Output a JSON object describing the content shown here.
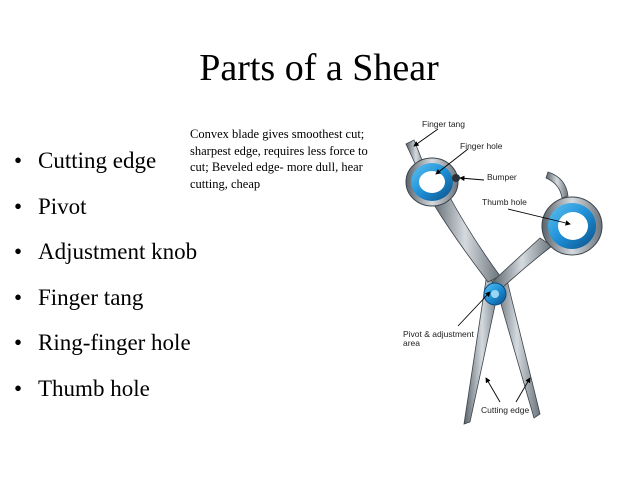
{
  "slide": {
    "title": "Parts of a Shear",
    "note": "Convex blade gives smoothest cut; sharpest edge, requires less force to cut; Beveled edge- more dull, hear cutting, cheap",
    "bullet_marker": "•",
    "bullets": [
      "Cutting edge",
      "Pivot",
      "Adjustment knob",
      "Finger tang",
      "Ring-finger hole",
      "Thumb hole"
    ]
  },
  "figure": {
    "labels": {
      "finger_tang": "Finger tang",
      "finger_hole": "Finger hole",
      "bumper": "Bumper",
      "thumb_hole": "Thumb hole",
      "pivot_line1": "Pivot & adjustment",
      "pivot_line2": "area",
      "cutting_edge": "Cutting edge"
    },
    "colors": {
      "ring_blue": "#1e8fd6",
      "ring_dark": "#0b4f86",
      "steel": "#9aa3ab",
      "steel_dark": "#4a525a"
    }
  }
}
